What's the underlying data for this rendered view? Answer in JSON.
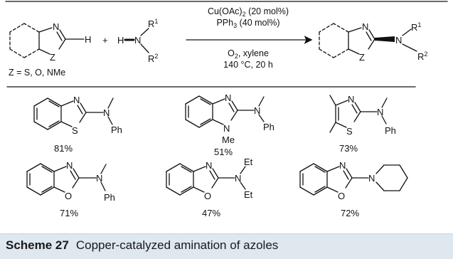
{
  "scheme": {
    "reaction": {
      "reagent_amine": {
        "H": "H",
        "N": "N",
        "R1": "R",
        "R1_sup": "1",
        "R2": "R",
        "R2_sup": "2"
      },
      "plus": "+",
      "azole": {
        "N": "N",
        "Z": "Z",
        "H": "H"
      },
      "z_definition": "Z = S, O, NMe",
      "conditions_above": [
        "Cu(OAc)",
        "2",
        " (20 mol%)",
        "PPh",
        "3",
        " (40 mol%)"
      ],
      "conditions_below": [
        "O",
        "2",
        ", xylene",
        "140 °C, 20 h"
      ],
      "product": {
        "N": "N",
        "Z": "Z",
        "N_amine": "N",
        "R1": "R",
        "R1_sup": "1",
        "R2": "R",
        "R2_sup": "2"
      }
    },
    "products": [
      {
        "atoms": [
          "N",
          "S",
          "N",
          "Ph"
        ],
        "yield": "81%"
      },
      {
        "atoms": [
          "N",
          "N",
          "Me",
          "N",
          "Ph"
        ],
        "yield": "51%"
      },
      {
        "atoms": [
          "N",
          "S",
          "N",
          "Ph"
        ],
        "yield": "73%"
      },
      {
        "atoms": [
          "N",
          "O",
          "N",
          "Ph"
        ],
        "yield": "71%"
      },
      {
        "atoms": [
          "N",
          "O",
          "N",
          "Et",
          "Et"
        ],
        "yield": "47%"
      },
      {
        "atoms": [
          "N",
          "O",
          "N"
        ],
        "yield": "72%"
      }
    ],
    "caption": {
      "label": "Scheme 27",
      "text": "Copper-catalyzed amination of azoles"
    },
    "colors": {
      "caption_bg": "#dfe7ef",
      "line": "#111111"
    }
  }
}
